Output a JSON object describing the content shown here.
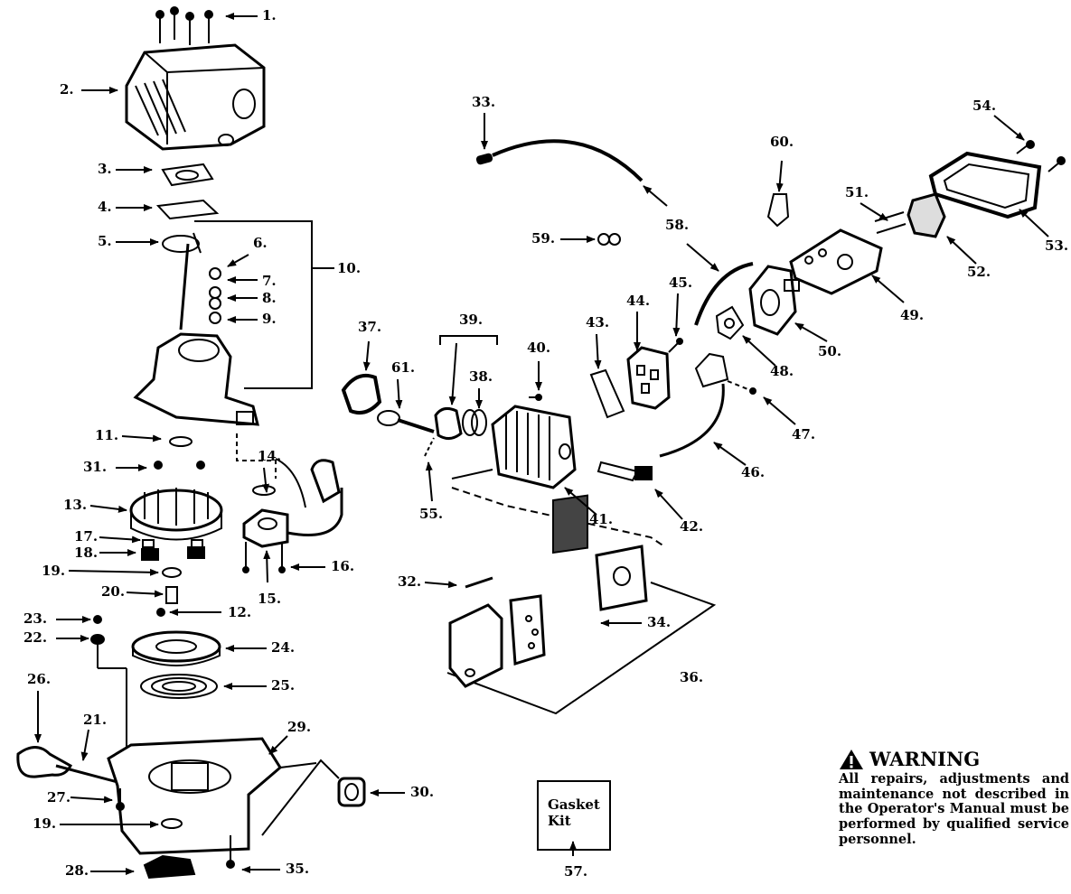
{
  "callouts": [
    {
      "id": "label-1",
      "text": "1."
    },
    {
      "id": "label-2",
      "text": "2."
    },
    {
      "id": "label-3",
      "text": "3."
    },
    {
      "id": "label-4",
      "text": "4."
    },
    {
      "id": "label-5",
      "text": "5."
    },
    {
      "id": "label-6",
      "text": "6."
    },
    {
      "id": "label-7",
      "text": "7."
    },
    {
      "id": "label-8",
      "text": "8."
    },
    {
      "id": "label-9",
      "text": "9."
    },
    {
      "id": "label-10",
      "text": "10."
    },
    {
      "id": "label-11",
      "text": "11."
    },
    {
      "id": "label-12",
      "text": "12."
    },
    {
      "id": "label-13",
      "text": "13."
    },
    {
      "id": "label-14",
      "text": "14."
    },
    {
      "id": "label-15",
      "text": "15."
    },
    {
      "id": "label-16",
      "text": "16."
    },
    {
      "id": "label-17",
      "text": "17."
    },
    {
      "id": "label-18",
      "text": "18."
    },
    {
      "id": "label-19a",
      "text": "19."
    },
    {
      "id": "label-19b",
      "text": "19."
    },
    {
      "id": "label-20",
      "text": "20."
    },
    {
      "id": "label-21",
      "text": "21."
    },
    {
      "id": "label-22",
      "text": "22."
    },
    {
      "id": "label-23",
      "text": "23."
    },
    {
      "id": "label-24",
      "text": "24."
    },
    {
      "id": "label-25",
      "text": "25."
    },
    {
      "id": "label-26",
      "text": "26."
    },
    {
      "id": "label-27",
      "text": "27."
    },
    {
      "id": "label-28",
      "text": "28."
    },
    {
      "id": "label-29",
      "text": "29."
    },
    {
      "id": "label-30",
      "text": "30."
    },
    {
      "id": "label-31",
      "text": "31."
    },
    {
      "id": "label-32",
      "text": "32."
    },
    {
      "id": "label-33",
      "text": "33."
    },
    {
      "id": "label-34",
      "text": "34."
    },
    {
      "id": "label-35",
      "text": "35."
    },
    {
      "id": "label-36",
      "text": "36."
    },
    {
      "id": "label-37",
      "text": "37."
    },
    {
      "id": "label-38",
      "text": "38."
    },
    {
      "id": "label-39",
      "text": "39."
    },
    {
      "id": "label-40",
      "text": "40."
    },
    {
      "id": "label-41",
      "text": "41."
    },
    {
      "id": "label-42",
      "text": "42."
    },
    {
      "id": "label-43",
      "text": "43."
    },
    {
      "id": "label-44",
      "text": "44."
    },
    {
      "id": "label-45",
      "text": "45."
    },
    {
      "id": "label-46",
      "text": "46."
    },
    {
      "id": "label-47",
      "text": "47."
    },
    {
      "id": "label-48",
      "text": "48."
    },
    {
      "id": "label-49",
      "text": "49."
    },
    {
      "id": "label-50",
      "text": "50."
    },
    {
      "id": "label-51",
      "text": "51."
    },
    {
      "id": "label-52",
      "text": "52."
    },
    {
      "id": "label-53",
      "text": "53."
    },
    {
      "id": "label-54",
      "text": "54."
    },
    {
      "id": "label-55",
      "text": "55."
    },
    {
      "id": "label-57",
      "text": "57."
    },
    {
      "id": "label-58",
      "text": "58."
    },
    {
      "id": "label-59",
      "text": "59."
    },
    {
      "id": "label-60",
      "text": "60."
    },
    {
      "id": "label-61",
      "text": "61."
    }
  ],
  "gasket_kit": {
    "line1": "Gasket",
    "line2": "Kit"
  },
  "warning": {
    "title": "WARNING",
    "text": "All repairs, adjustments and maintenance not described in the Operator's Manual must be performed by qualified service personnel.",
    "icon": "warning-triangle-icon"
  },
  "colors": {
    "ink": "#000000",
    "paper": "#ffffff"
  }
}
